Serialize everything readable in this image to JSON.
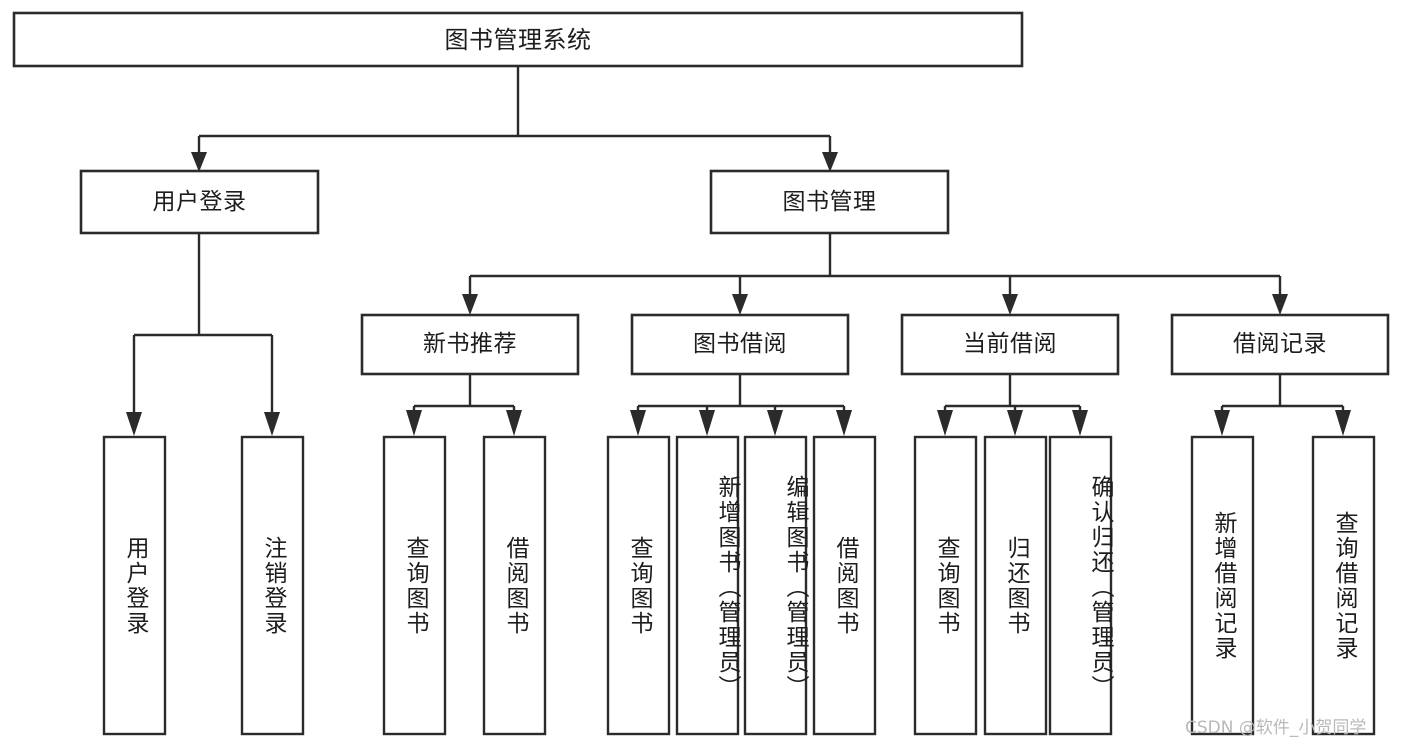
{
  "diagram": {
    "type": "tree-hierarchy",
    "title": "图书管理系统",
    "watermark": "CSDN @软件_小贺同学",
    "colors": {
      "stroke": "#2b2b2b",
      "fill": "#ffffff",
      "text": "#1d1d1d",
      "watermark": "#b9b9b9"
    },
    "root": {
      "label": "图书管理系统"
    },
    "level2": [
      {
        "label": "用户登录"
      },
      {
        "label": "图书管理"
      }
    ],
    "level3": [
      {
        "label": "新书推荐"
      },
      {
        "label": "图书借阅"
      },
      {
        "label": "当前借阅"
      },
      {
        "label": "借阅记录"
      }
    ],
    "leaves": {
      "user_login": [
        {
          "label": "用户登录"
        },
        {
          "label": "注销登录"
        }
      ],
      "new_book": [
        {
          "label": "查询图书"
        },
        {
          "label": "借阅图书"
        }
      ],
      "book_borrow": [
        {
          "label": "查询图书"
        },
        {
          "label": "新增图书（管理员）"
        },
        {
          "label": "编辑图书（管理员）"
        },
        {
          "label": "借阅图书"
        }
      ],
      "current_borrow": [
        {
          "label": "查询图书"
        },
        {
          "label": "归还图书"
        },
        {
          "label": "确认归还（管理员）"
        }
      ],
      "borrow_record": [
        {
          "label": "新增借阅记录"
        },
        {
          "label": "查询借阅记录"
        }
      ]
    }
  }
}
